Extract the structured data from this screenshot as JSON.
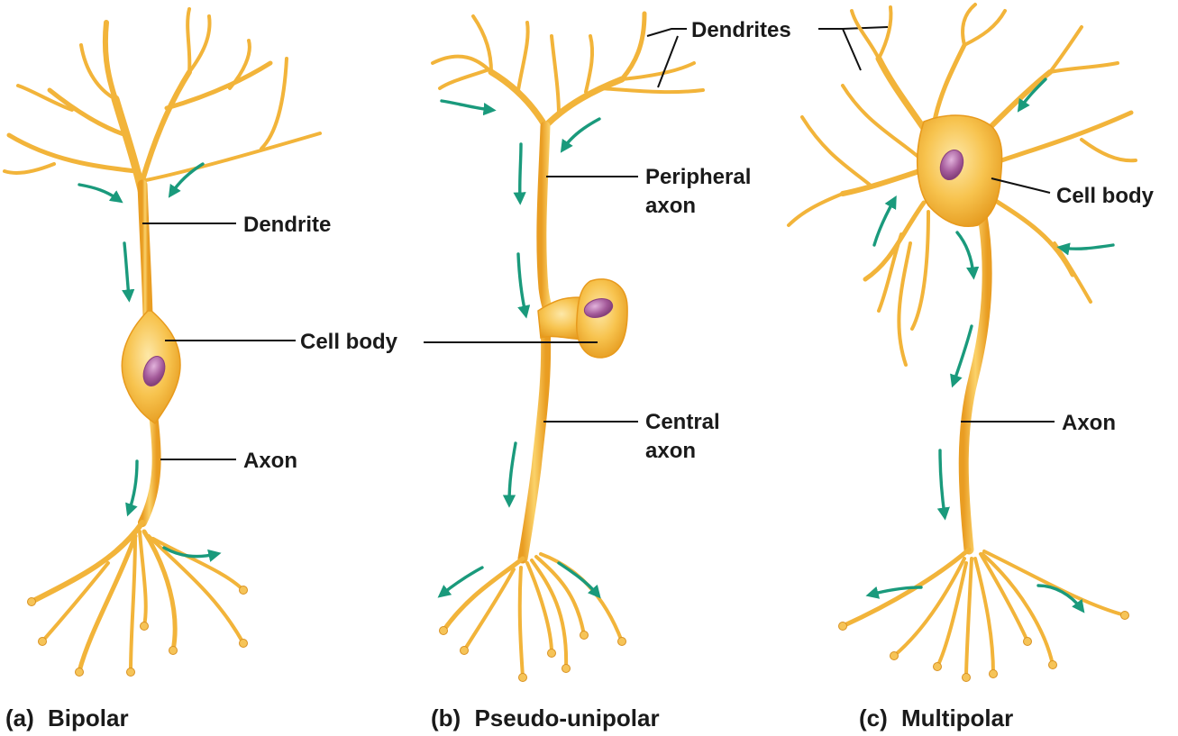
{
  "panels": [
    {
      "id": "a",
      "letter": "(a)",
      "name": "Bipolar"
    },
    {
      "id": "b",
      "letter": "(b)",
      "name": "Pseudo-unipolar"
    },
    {
      "id": "c",
      "letter": "(c)",
      "name": "Multipolar"
    }
  ],
  "labels": {
    "a_dendrite": "Dendrite",
    "a_cell_body": "Cell body",
    "a_axon": "Axon",
    "b_dendrites": "Dendrites",
    "b_peripheral_1": "Peripheral",
    "b_peripheral_2": "axon",
    "b_central_1": "Central",
    "b_central_2": "axon",
    "c_cell_body": "Cell body",
    "c_axon": "Axon"
  },
  "colors": {
    "neuron": "#f5b73c",
    "neuron_highlight": "#fde7a6",
    "neuron_shadow": "#e0961c",
    "nucleus": "#a45a9a",
    "arrow": "#1a9a7c",
    "text": "#1a1a1a"
  }
}
